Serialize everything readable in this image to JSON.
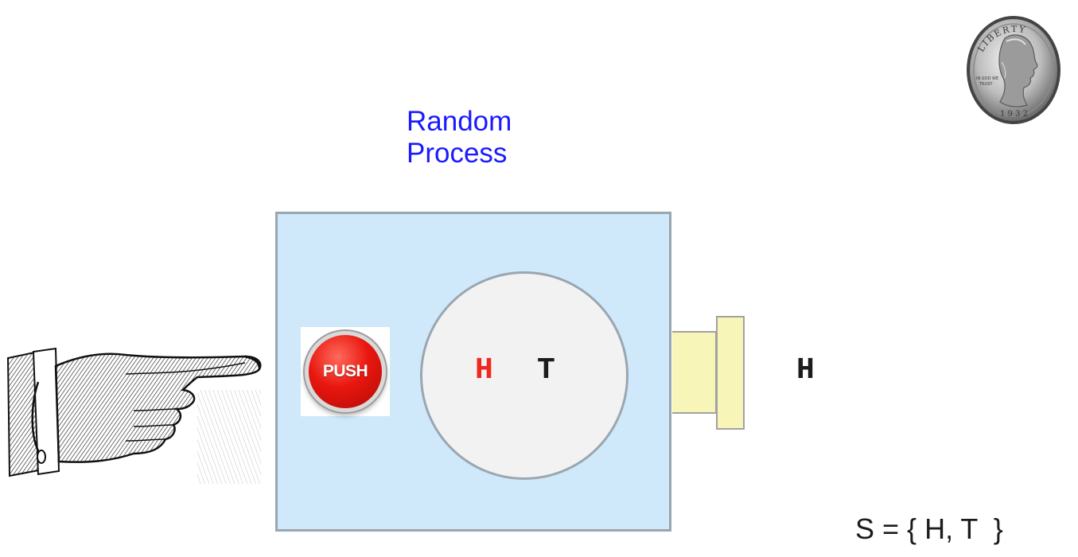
{
  "title": {
    "line1": "Random",
    "line2": "Process"
  },
  "push_button": {
    "label": "PUSH"
  },
  "drum": {
    "outcomes": [
      "H",
      "T"
    ]
  },
  "result": {
    "value": "H"
  },
  "sample_space": {
    "text": "S = { H, T  }"
  },
  "coin": {
    "inscriptions": [
      "LIBERTY",
      "IN GOD WE TRUST"
    ],
    "description": "quarter-coin-icon"
  },
  "colors": {
    "title": "#1a1aff",
    "box_fill": "#cfe9fb",
    "drum_fill": "#f2f2f2",
    "outcome_h": "#f0281e",
    "outcome_t": "#1c1c1c",
    "chute_fill": "#f8f5b8",
    "button_red": "#e8170f"
  }
}
